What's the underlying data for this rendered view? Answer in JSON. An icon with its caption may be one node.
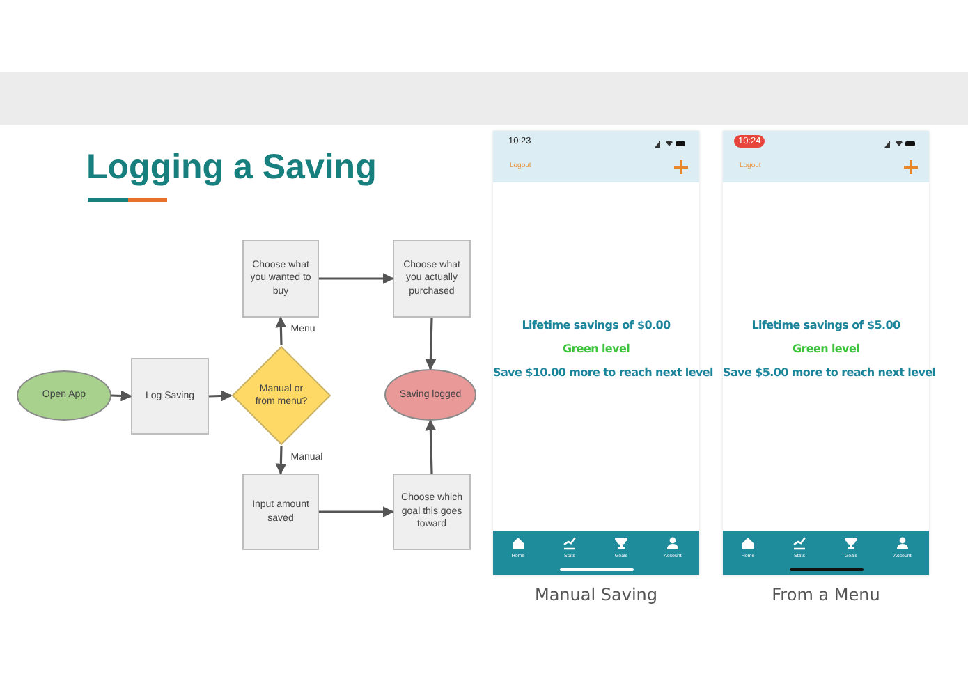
{
  "diagram": {
    "title": "Logging a Saving",
    "nodes": [
      {
        "text": [
          "Open App"
        ]
      },
      {
        "text": [
          "Log Saving"
        ]
      },
      {
        "text": [
          "Manual or from menu?"
        ]
      },
      {
        "text": [
          "Choose what you wanted to buy"
        ]
      },
      {
        "text": [
          "Choose what you actually purchased"
        ]
      },
      {
        "text": [
          "Saving logged"
        ]
      },
      {
        "text": [
          "Input amount saved"
        ]
      },
      {
        "text": [
          "Choose which goal this goes toward"
        ]
      }
    ],
    "edges": [
      {
        "from": 0,
        "to": 1,
        "arrow": "to"
      },
      {
        "from": 1,
        "to": 2,
        "arrow": "to"
      },
      {
        "from": 2,
        "to": 3,
        "arrow": "to",
        "label": "Menu"
      },
      {
        "from": 3,
        "to": 4,
        "arrow": "to"
      },
      {
        "from": 4,
        "to": 5,
        "arrow": "to"
      },
      {
        "from": 2,
        "to": 6,
        "arrow": "to",
        "label": "Manual"
      },
      {
        "from": 6,
        "to": 7,
        "arrow": "to"
      },
      {
        "from": 7,
        "to": 5,
        "arrow": "to"
      }
    ],
    "labels": [
      "10:23",
      "Logout",
      "Lifetime savings of $0.00",
      "Green level",
      "Save $10.00 more to reach next level",
      "Home",
      "Stats",
      "Goals",
      "Account",
      "Manual Saving",
      "10:24",
      "Logout",
      "Lifetime savings of $5.00",
      "Green level",
      "Save $5.00 more to reach next level",
      "Home",
      "Stats",
      "Goals",
      "Account",
      "From a Menu"
    ]
  }
}
